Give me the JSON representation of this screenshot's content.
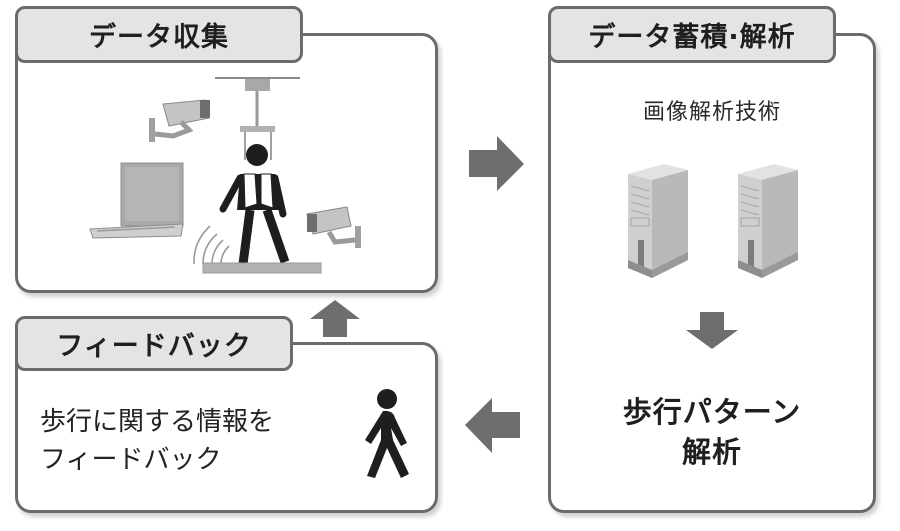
{
  "panels": {
    "collect": {
      "title": "データ収集",
      "illustration": [
        "security-camera",
        "laptop",
        "walking-person-with-harness",
        "security-camera"
      ]
    },
    "analyze": {
      "title": "データ蓄積·解析",
      "subtitle": "画像解析技術",
      "illustration": [
        "server-tower",
        "server-tower"
      ],
      "result_line1": "歩行パターン",
      "result_line2": "解析"
    },
    "feedback": {
      "title": "フィードバック",
      "body_line1": "歩行に関する情報を",
      "body_line2": "フィードバック",
      "illustration": [
        "pedestrian"
      ]
    }
  },
  "flow": [
    "collect-to-analyze",
    "analyze-internal-down",
    "analyze-to-feedback",
    "feedback-to-collect"
  ],
  "colors": {
    "border": "#6b6b6b",
    "tab_fill": "#e4e4e6",
    "arrow": "#6d6e70",
    "text": "#231f20"
  }
}
